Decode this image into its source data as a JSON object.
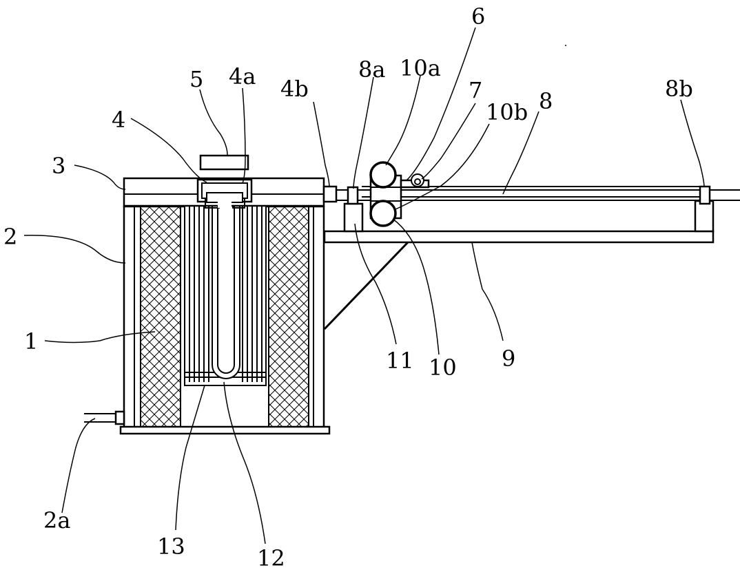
{
  "labels": {
    "n1": "1",
    "n2": "2",
    "n2a": "2a",
    "n3": "3",
    "n4": "4",
    "n4a": "4a",
    "n4b": "4b",
    "n5": "5",
    "n6": "6",
    "n7": "7",
    "n8": "8",
    "n8a": "8a",
    "n8b": "8b",
    "n9": "9",
    "n10": "10",
    "n10a": "10a",
    "n10b": "10b",
    "n11": "11",
    "n12": "12",
    "n13": "13"
  },
  "colors": {
    "line": "#000000",
    "background": "#ffffff"
  }
}
